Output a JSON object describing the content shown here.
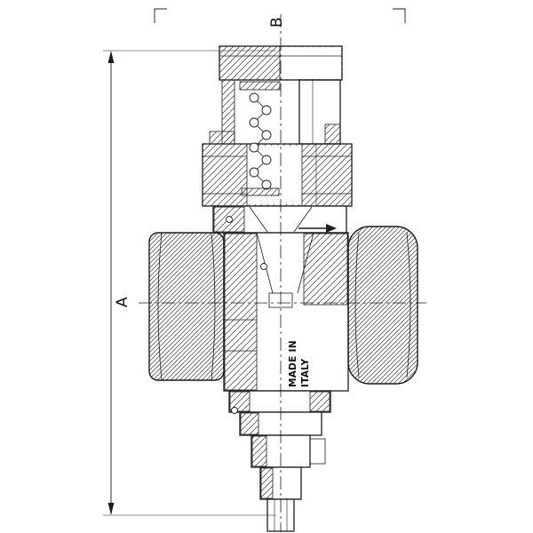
{
  "drawing": {
    "type": "technical-section-drawing",
    "dimensions": {
      "a_label": "A",
      "b_label": "B"
    },
    "marking": {
      "line1": "MADE IN",
      "line2": "ITALY"
    },
    "icons": {
      "flow_arrow": "right-arrow"
    },
    "colors": {
      "line": "#1c1c1c",
      "background": "#ffffff"
    }
  }
}
